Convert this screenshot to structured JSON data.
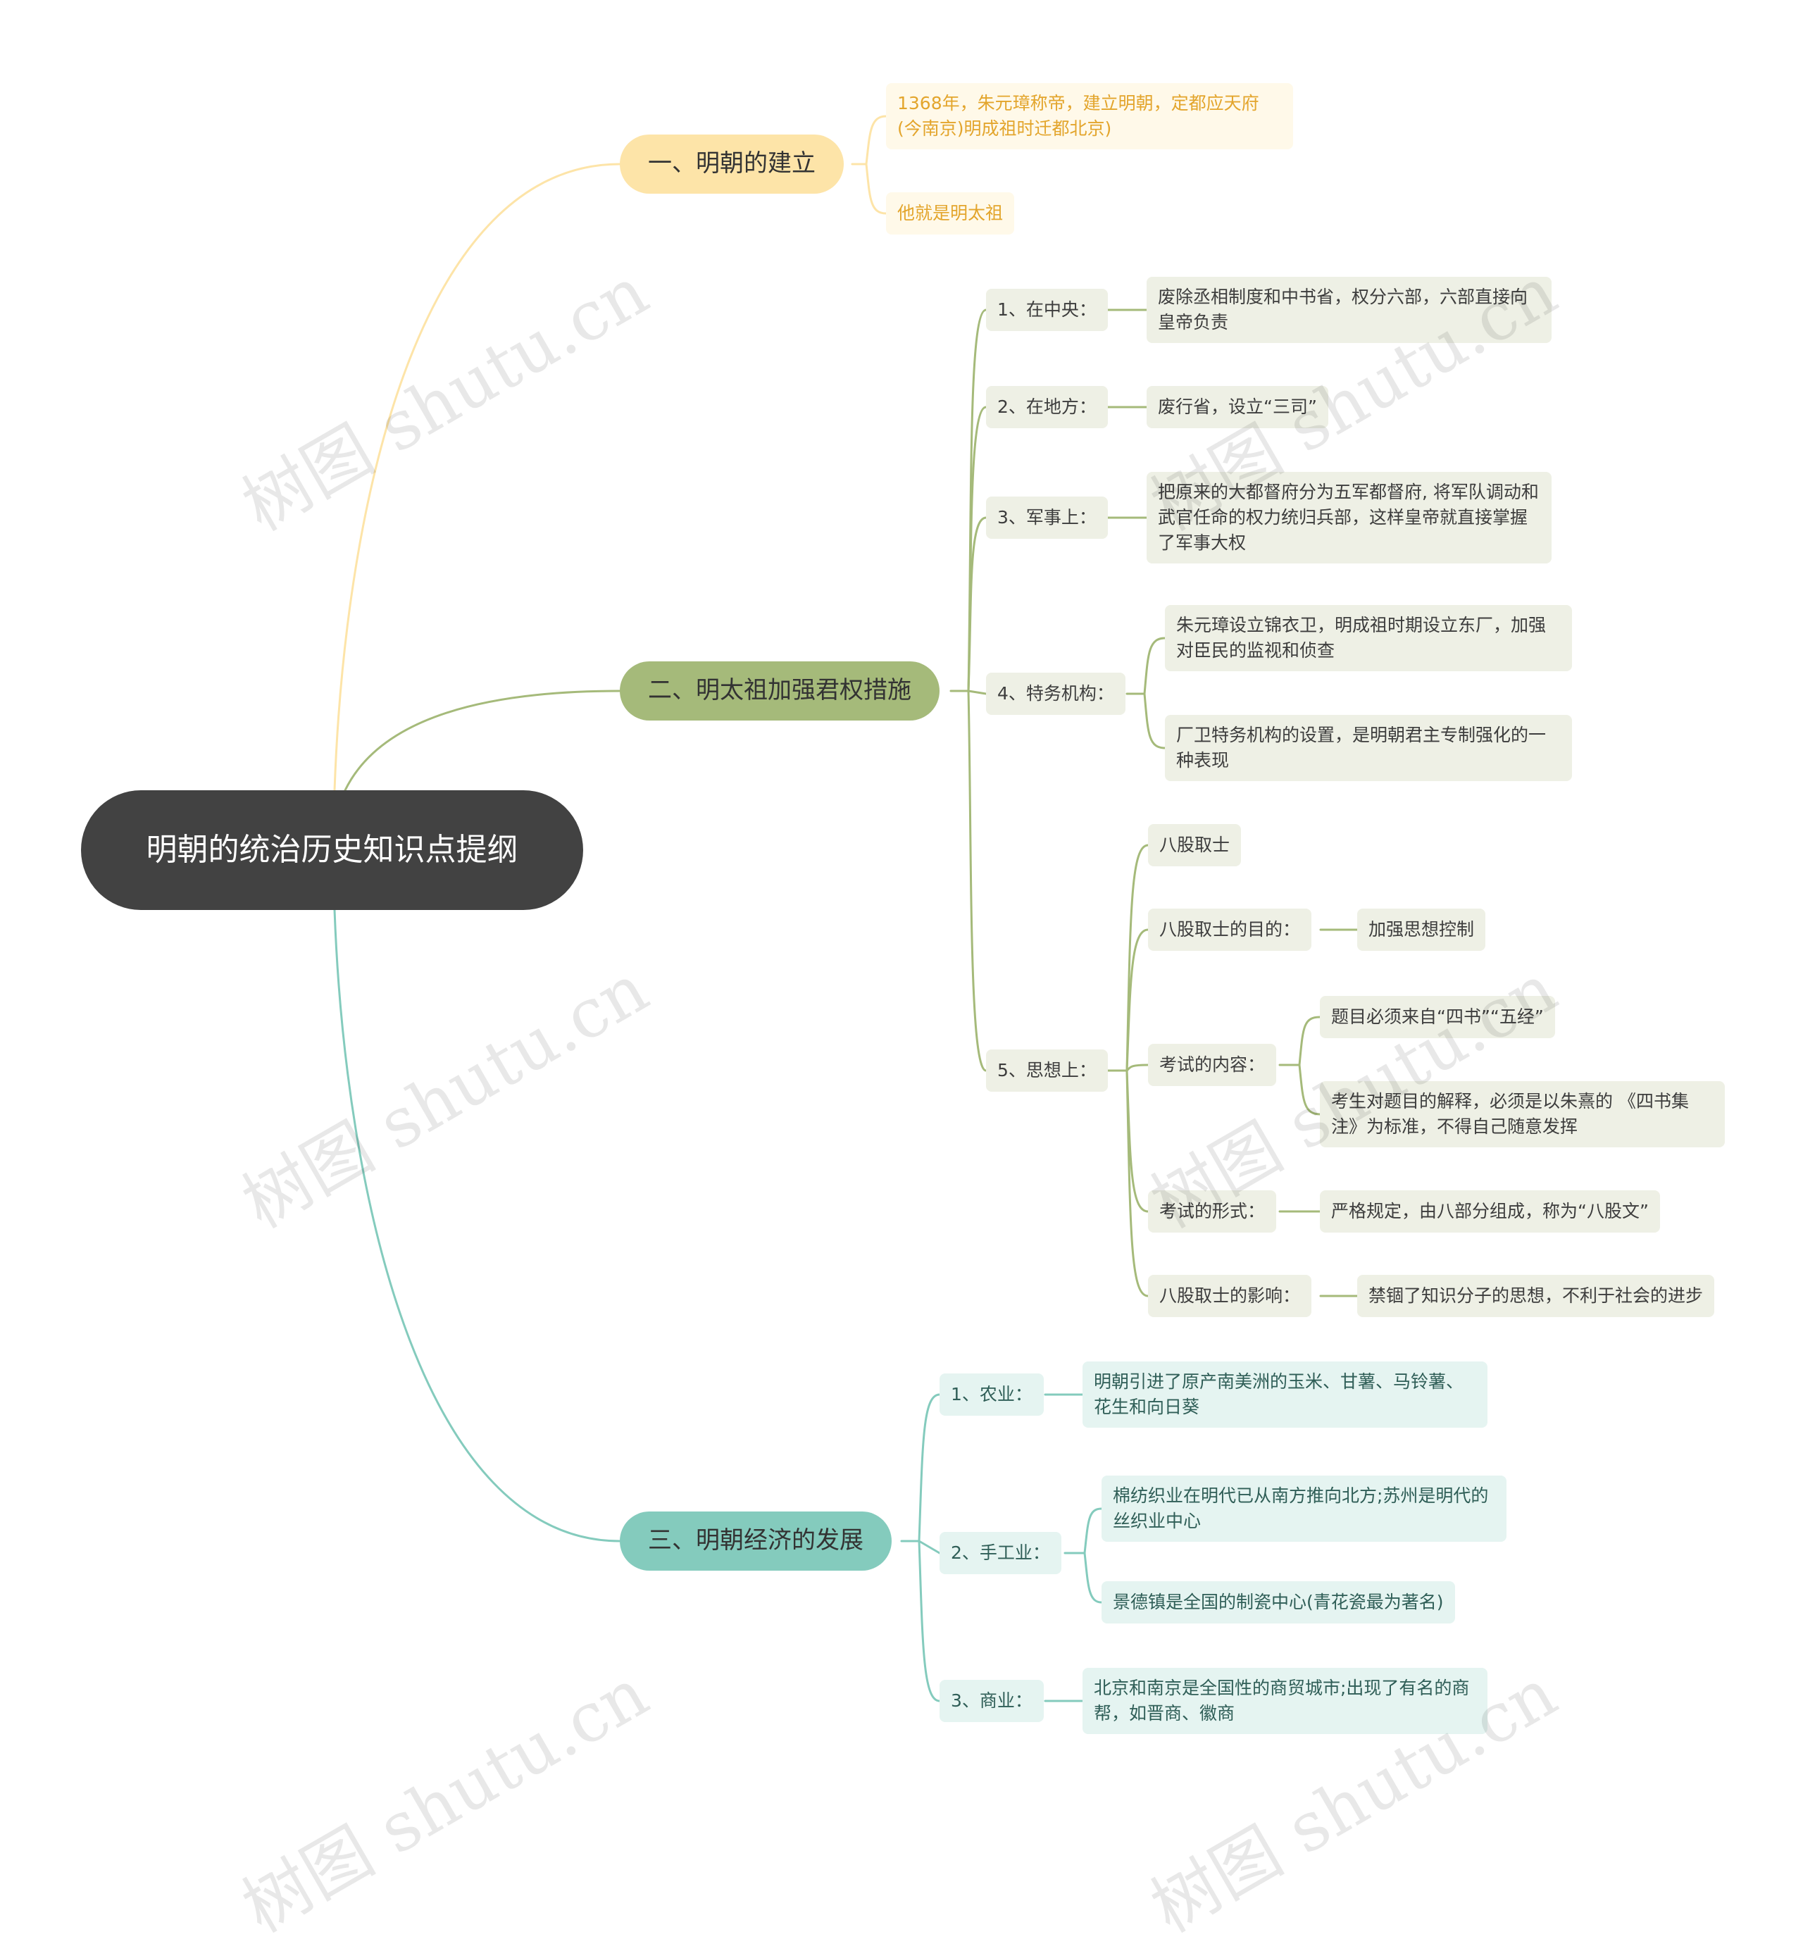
{
  "root": {
    "title": "明朝的统治历史知识点提纲"
  },
  "branches": [
    {
      "label": "一、明朝的建立",
      "leaves": [
        "1368年，朱元璋称帝，建立明朝，定都应天府(今南京)明成祖时迁都北京)",
        "他就是明太祖"
      ]
    },
    {
      "label": "二、明太祖加强君权措施",
      "items": [
        {
          "label": "1、在中央：",
          "leaves": [
            "废除丞相制度和中书省，权分六部，六部直接向皇帝负责"
          ]
        },
        {
          "label": "2、在地方：",
          "leaves": [
            "废行省，设立“三司”"
          ]
        },
        {
          "label": "3、军事上：",
          "leaves": [
            "把原来的大都督府分为五军都督府, 将军队调动和武官任命的权力统归兵部，这样皇帝就直接掌握了军事大权"
          ]
        },
        {
          "label": "4、特务机构：",
          "leaves": [
            "朱元璋设立锦衣卫，明成祖时期设立东厂，加强对臣民的监视和侦查",
            "厂卫特务机构的设置，是明朝君主专制强化的一种表现"
          ]
        },
        {
          "label": "5、思想上：",
          "items": [
            {
              "label": "八股取士"
            },
            {
              "label": "八股取士的目的：",
              "leaves": [
                "加强思想控制"
              ]
            },
            {
              "label": "考试的内容：",
              "leaves": [
                "题目必须来自“四书”“五经”",
                "考生对题目的解释，必须是以朱熹的 《四书集注》为标准，不得自己随意发挥"
              ]
            },
            {
              "label": "考试的形式：",
              "leaves": [
                "严格规定，由八部分组成，称为“八股文”"
              ]
            },
            {
              "label": "八股取士的影响：",
              "leaves": [
                "禁锢了知识分子的思想，不利于社会的进步"
              ]
            }
          ]
        }
      ]
    },
    {
      "label": "三、明朝经济的发展",
      "items": [
        {
          "label": "1、农业：",
          "leaves": [
            "明朝引进了原产南美洲的玉米、甘薯、马铃薯、花生和向日葵"
          ]
        },
        {
          "label": "2、手工业：",
          "leaves": [
            "棉纺织业在明代已从南方推向北方;苏州是明代的丝织业中心",
            "景德镇是全国的制瓷中心(青花瓷最为著名)"
          ]
        },
        {
          "label": "3、商业：",
          "leaves": [
            "北京和南京是全国性的商贸城市;出现了有名的商帮，如晋商、徽商"
          ]
        }
      ]
    }
  ],
  "colors": {
    "root": "#424242",
    "branch1": "#fde4a8",
    "branch2": "#a5ba7a",
    "branch3": "#84cbbd"
  },
  "watermark": {
    "text": "树图 shutu.cn"
  }
}
